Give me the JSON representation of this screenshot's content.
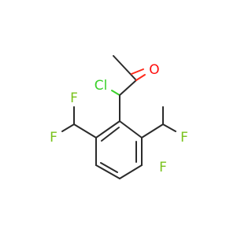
{
  "molecule": {
    "atoms": {
      "oxygen": "O",
      "chlorine": "Cl",
      "fluorine_1": "F",
      "fluorine_2": "F",
      "fluorine_3": "F",
      "fluorine_4": "F"
    },
    "colors": {
      "bond": "#2b2b2b",
      "oxygen": "#ff0d0d",
      "chlorine": "#3bd12b",
      "fluorine": "#79c21c"
    }
  }
}
